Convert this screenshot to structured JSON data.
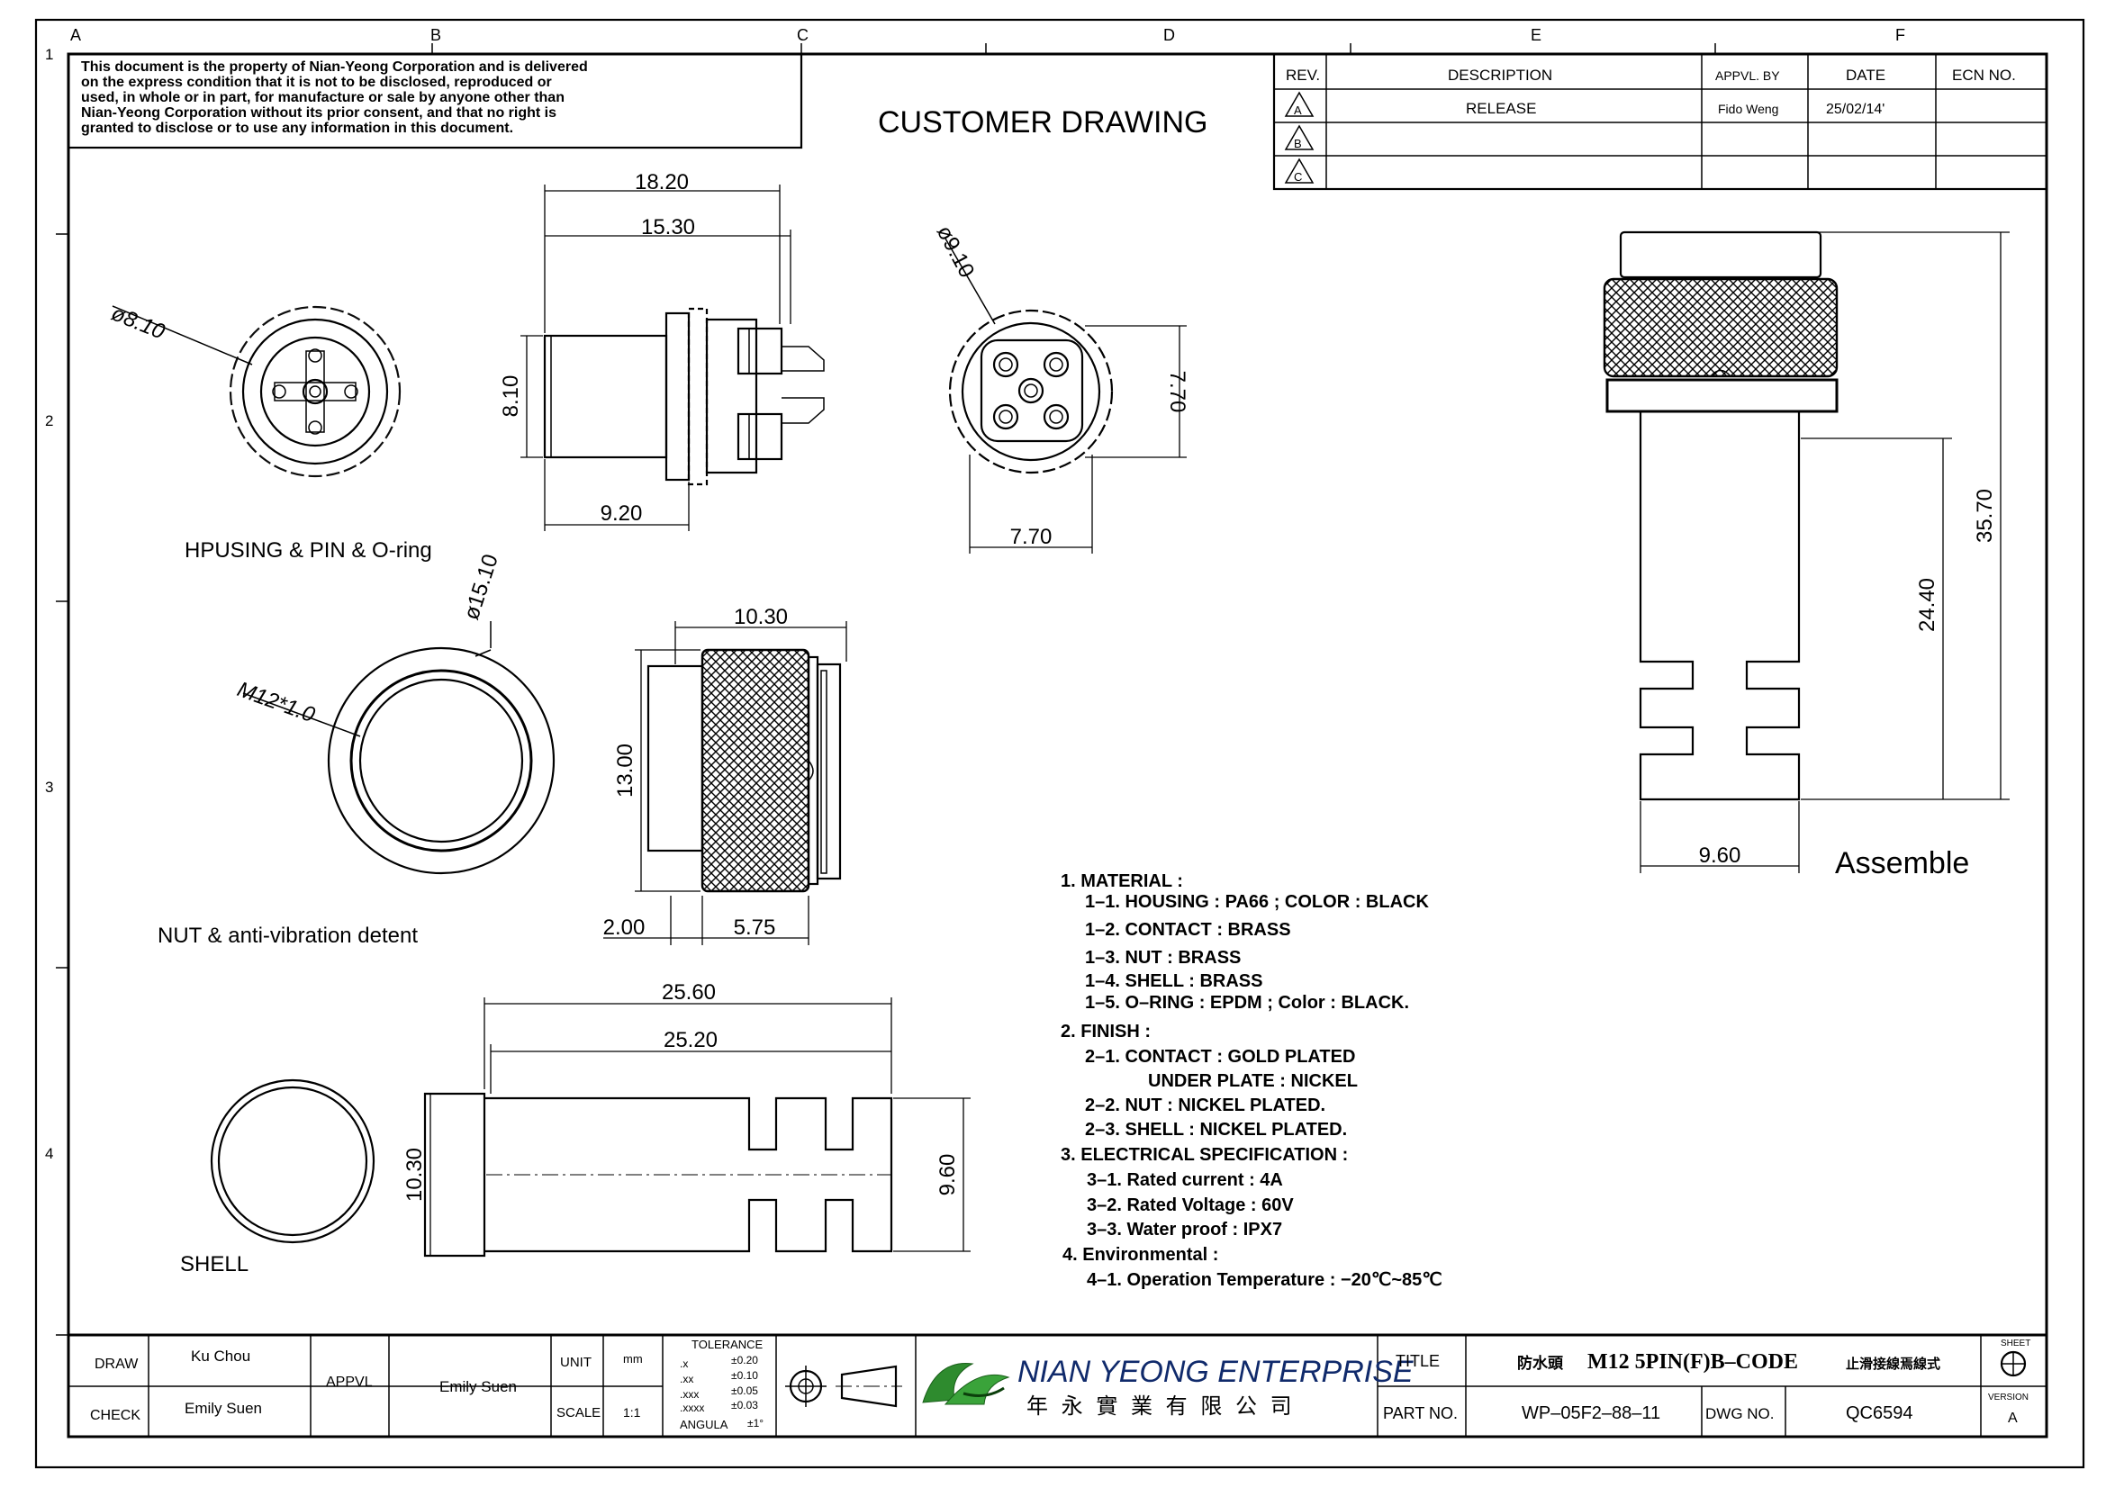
{
  "zone_letters": [
    "A",
    "B",
    "C",
    "D",
    "E",
    "F"
  ],
  "zone_numbers": [
    "1",
    "2",
    "3",
    "4"
  ],
  "notice": [
    "This document is the property of Nian-Yeong Corporation and is delivered",
    "on  the  express condition that it is not to be disclosed, reproduced or",
    "used, in whole or in part, for manufacture or sale by anyone other than",
    "Nian-Yeong Corporation without  its prior consent, and that  no right  is",
    "granted to disclose or to use any information in this  document."
  ],
  "drawing_title": "CUSTOMER  DRAWING",
  "revision_table": {
    "headers": [
      "REV.",
      "DESCRIPTION",
      "APPVL. BY",
      "DATE",
      "ECN NO."
    ],
    "rows": [
      {
        "rev": "A",
        "description": "RELEASE",
        "approved_by": "Fido Weng",
        "date": "25/02/14'",
        "ecn": ""
      },
      {
        "rev": "B",
        "description": "",
        "approved_by": "",
        "date": "",
        "ecn": ""
      },
      {
        "rev": "C",
        "description": "",
        "approved_by": "",
        "date": "",
        "ecn": ""
      }
    ]
  },
  "views": {
    "housing_label": "HPUSING & PIN & O-ring",
    "nut_label": "NUT & anti-vibration detent",
    "shell_label": "SHELL",
    "assemble_label": "Assemble"
  },
  "dimensions": {
    "housing_dia": "ø8.10",
    "side_overall": "18.20",
    "side_body": "15.30",
    "side_height": "8.10",
    "side_front": "9.20",
    "pin_face_dia": "ø9.10",
    "pin_face_h": "7.70",
    "pin_face_w": "7.70",
    "nut_thread": "M12*1.0",
    "nut_dia": "ø15.10",
    "nut_len": "10.30",
    "nut_height": "13.00",
    "nut_front": "2.00",
    "nut_knurl": "5.75",
    "shell_overall": "25.60",
    "shell_body": "25.20",
    "shell_flange": "10.30",
    "shell_dia": "9.60",
    "asm_total": "35.70",
    "asm_body": "24.40",
    "asm_dia": "9.60"
  },
  "notes": [
    "1.  MATERIAL  :",
    "1–1.  HOUSING  :  PA66  ;  COLOR  :  BLACK",
    "1–2.  CONTACT  :  BRASS",
    "1–3.  NUT  :  BRASS",
    "1–4.  SHELL  :  BRASS",
    "1–5.  O–RING  :  EPDM  ;  Color  :  BLACK.",
    "2.  FINISH  :",
    "2–1.  CONTACT  :  GOLD  PLATED",
    "UNDER  PLATE  :  NICKEL",
    "2–2.  NUT  :  NICKEL  PLATED.",
    "2–3.  SHELL  :  NICKEL  PLATED.",
    "3.  ELECTRICAL  SPECIFICATION  :",
    "3–1.  Rated  current  :  4A",
    "3–2.  Rated  Voltage  :  60V",
    "3–3.  Water  proof  :  IPX7",
    "4.  Environmental  :",
    "4–1.  Operation  Temperature  :  −20℃~85℃"
  ],
  "title_block": {
    "draw_label": "DRAW",
    "draw_name": "Ku Chou",
    "check_label": "CHECK",
    "check_name": "Emily Suen",
    "appvl_label": "APPVL",
    "appvl_name": "Emily Suen",
    "unit_label": "UNIT",
    "unit_value": "mm",
    "scale_label": "SCALE",
    "scale_value": "1:1",
    "tolerance_title": "TOLERANCE",
    "tolerance": [
      {
        "k": ".x",
        "v": "±0.20"
      },
      {
        "k": ".xx",
        "v": "±0.10"
      },
      {
        "k": ".xxx",
        "v": "±0.05"
      },
      {
        "k": ".xxxx",
        "v": "±0.03"
      }
    ],
    "angula": "ANGULA",
    "angula_tol": "±1°",
    "company_en": "NIAN YEONG ENTERPRISE",
    "company_zh": "年 永 實 業 有 限 公 司",
    "title_label": "TITLE",
    "title_prefix": "防水頭",
    "title_main": "M12  5PIN(F)B–CODE",
    "title_suffix": "止滑接線焉線式",
    "part_label": "PART NO.",
    "part_value": "WP–05F2–88–11",
    "dwg_label": "DWG NO.",
    "dwg_value": "QC6594",
    "sheet_label": "SHEET",
    "version_label": "VERSION",
    "version_value": "A"
  }
}
